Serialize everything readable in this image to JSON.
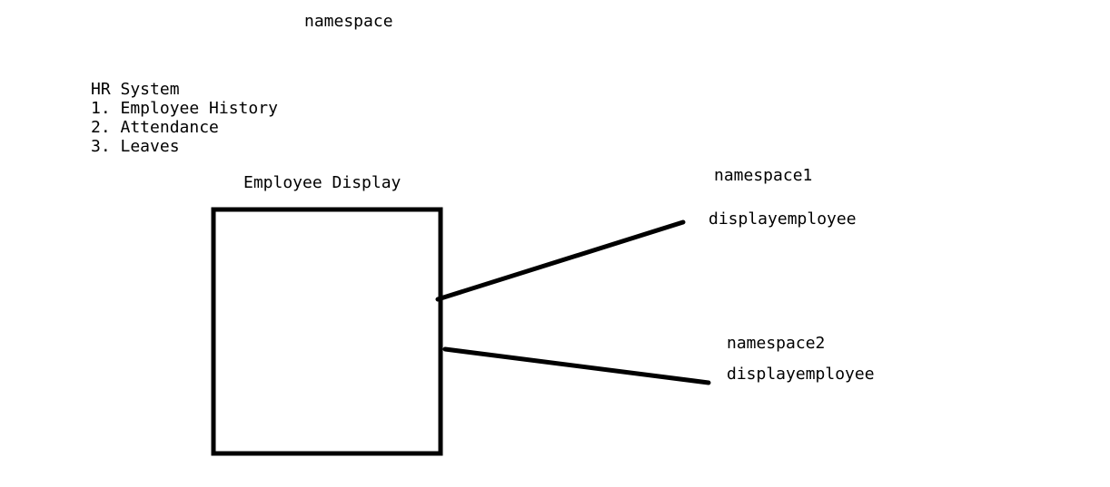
{
  "title": "namespace",
  "hr_system": {
    "heading": "HR System",
    "items": [
      "1. Employee History",
      "2. Attendance",
      "3. Leaves"
    ]
  },
  "box": {
    "label": "Employee Display"
  },
  "branches": [
    {
      "namespace": "namespace1",
      "function": "displayemployee"
    },
    {
      "namespace": "namespace2",
      "function": "displayemployee"
    }
  ],
  "colors": {
    "ink": "#000000",
    "background": "#ffffff"
  }
}
